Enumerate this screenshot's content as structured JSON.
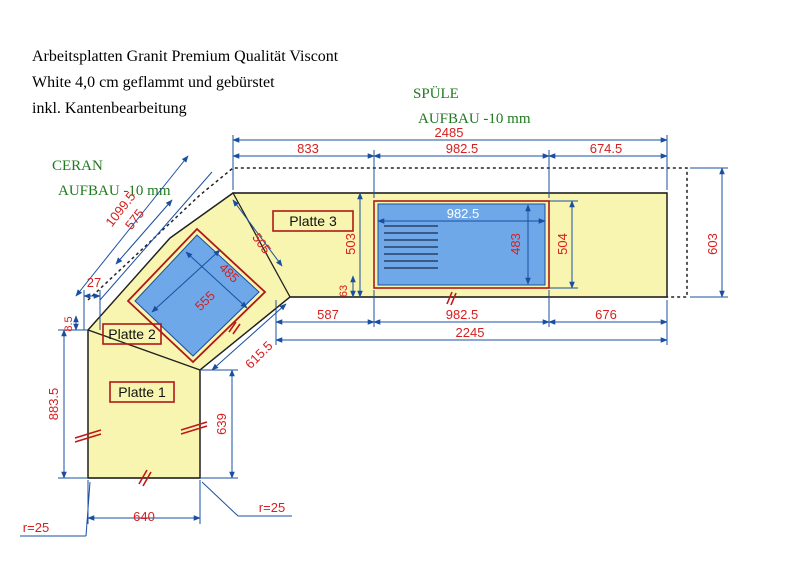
{
  "notes": {
    "line1": "Arbeitsplatten Granit Premium Qualität Viscont",
    "line2": "White 4,0 cm geflammt und gebürstet",
    "line3": "inkl. Kantenbearbeitung"
  },
  "labels": {
    "spuele": "SPÜLE",
    "spuele_aufbau": "AUFBAU -10 mm",
    "ceran": "CERAN",
    "ceran_aufbau": "AUFBAU -10 mm"
  },
  "plates": {
    "p1": "Platte 1",
    "p2": "Platte 2",
    "p3": "Platte 3"
  },
  "dims": {
    "top_total": "2485",
    "top_left": "833",
    "top_mid": "982.5",
    "top_right": "674.5",
    "sink_w": "982.5",
    "sink_h": "483",
    "sink_cut_h": "504",
    "p3_depth": "503",
    "right_depth": "603",
    "bottom_left": "587",
    "bottom_mid": "982.5",
    "bottom_right": "676",
    "bottom_total": "2245",
    "small_63": "63",
    "diag_outer": "1099.5",
    "diag_575": "575",
    "diag_505": "505",
    "cooktop_485": "485",
    "cooktop_555": "555",
    "diag_6155": "615.5",
    "small_27": "27",
    "small_85": "8.5",
    "left_8835": "883.5",
    "right_639": "639",
    "bottom_640": "640",
    "r_left": "r=25",
    "r_right": "r=25"
  },
  "colors": {
    "countertop": "#f8f5b0",
    "sink": "#6fa8e8",
    "dimension": "#1a4fa0",
    "dim_text": "#d62020",
    "cutout_outline": "#b01818"
  }
}
